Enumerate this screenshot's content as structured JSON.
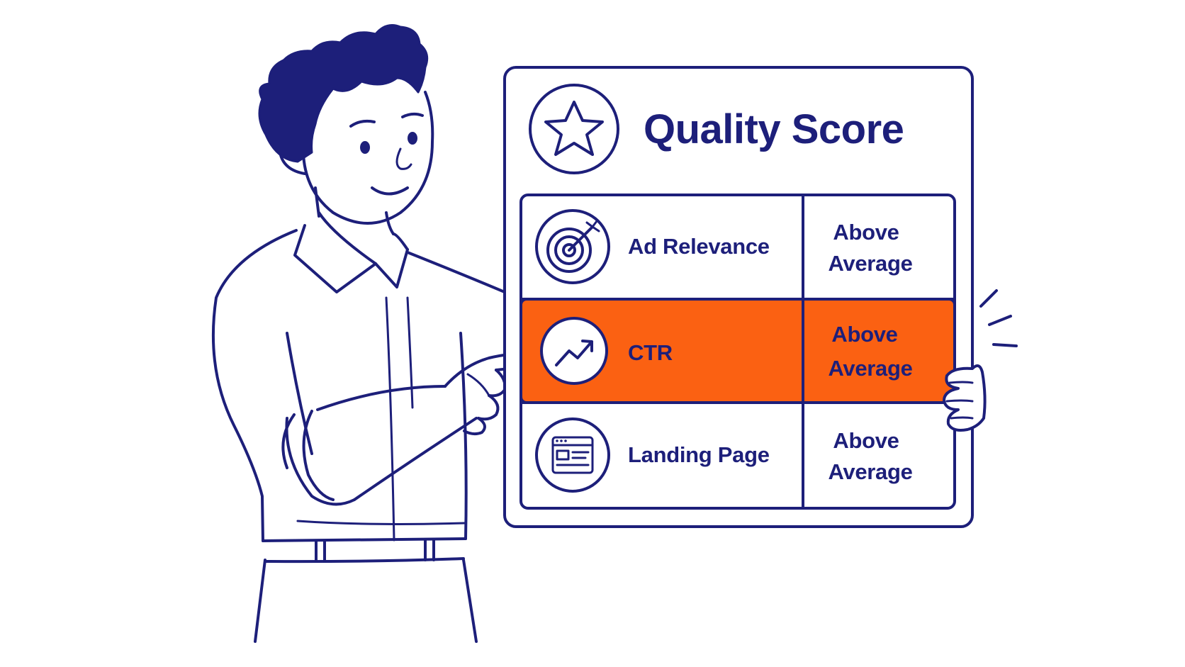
{
  "board": {
    "title": "Quality Score",
    "title_icon": "star-icon",
    "rows": [
      {
        "label": "Ad Relevance",
        "status_line1": "Above",
        "status_line2": "Average",
        "icon": "target-icon",
        "highlighted": false
      },
      {
        "label": "CTR",
        "status_line1": "Above",
        "status_line2": "Average",
        "icon": "trend-up-icon",
        "highlighted": true
      },
      {
        "label": "Landing Page",
        "status_line1": "Above",
        "status_line2": "Average",
        "icon": "webpage-icon",
        "highlighted": false
      }
    ]
  },
  "colors": {
    "ink": "#1d1f7a",
    "highlight": "#fb6112",
    "background": "#ffffff"
  }
}
